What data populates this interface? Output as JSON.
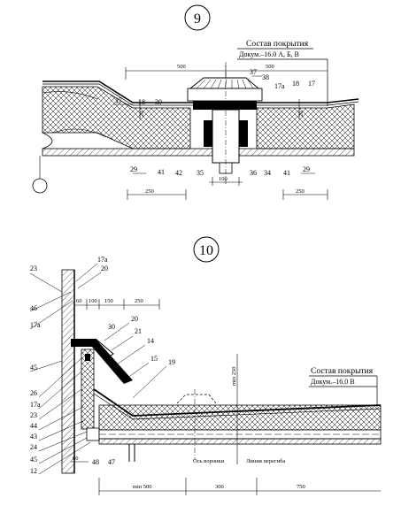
{
  "detail9": {
    "number": "9",
    "composition_title": "Состав покрытия",
    "composition_doc": "Докум.–16.0 А, Б, В",
    "dims": {
      "top_left": "500",
      "top_right": "500",
      "bottom_left": "250",
      "bottom_right": "250",
      "center": "100",
      "v_left": "20",
      "v_right": "20"
    },
    "callouts": [
      "17",
      "18",
      "39",
      "37",
      "38",
      "17а",
      "18",
      "17",
      "29",
      "41",
      "42",
      "35",
      "36",
      "34",
      "41",
      "29"
    ]
  },
  "detail10": {
    "number": "10",
    "composition_title": "Состав покрытия",
    "composition_doc": "Докум.–16.0 В",
    "dims": {
      "d60_top": "60",
      "d100": "100",
      "d150": "150",
      "d250": "250",
      "min250": "min 250",
      "d60_bottom": "60",
      "min500": "min 500",
      "d300": "300",
      "d750": "750"
    },
    "axis_labels": {
      "funnel_axis": "Ось воронки",
      "bend_line": "Линия перегиба"
    },
    "left_callouts": [
      "23",
      "46",
      "17а",
      "45",
      "26",
      "17а",
      "23",
      "44",
      "43",
      "24",
      "45",
      "12"
    ],
    "top_callouts": [
      "17а",
      "20"
    ],
    "mid_callouts": [
      "20",
      "30",
      "21",
      "14",
      "15",
      "19"
    ],
    "bottom_callouts": [
      "48",
      "47"
    ]
  }
}
